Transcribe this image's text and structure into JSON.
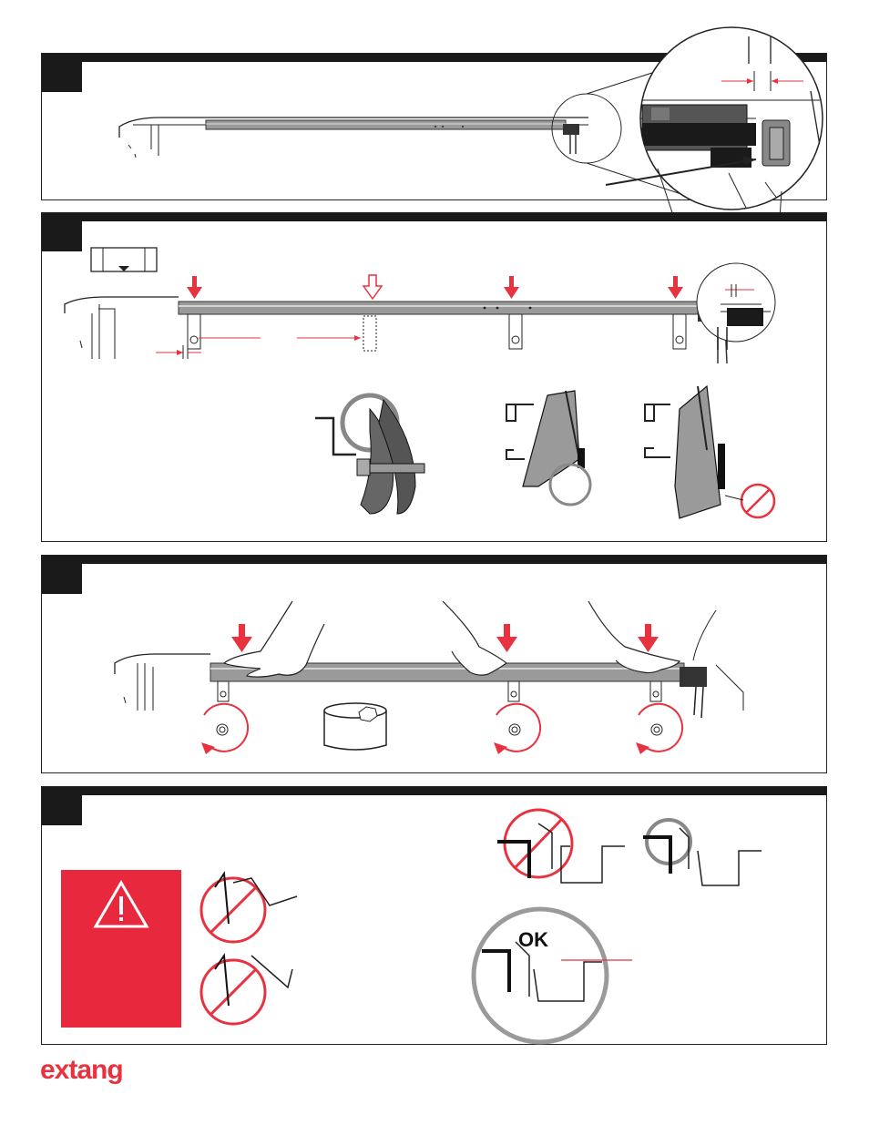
{
  "steps": [
    {
      "id": 1
    },
    {
      "id": 2
    },
    {
      "id": 3
    },
    {
      "id": 4
    }
  ],
  "labels": {
    "ok": "OK",
    "brand": "extang"
  },
  "icons": {
    "arrow": "down-arrow-icon",
    "outline_arrow": "hollow-down-arrow-icon",
    "rotate": "rotate-clockwise-icon",
    "no": "prohibited-icon",
    "warning": "warning-triangle-icon",
    "socket": "socket-icon",
    "clamp": "clamp-icon",
    "rail": "side-rail-icon",
    "hand": "hand-icon",
    "button": "arrow-button-icon"
  },
  "colors": {
    "accent": "#e8323f",
    "ink": "#1a1a1a",
    "rail": "#9a9a9a",
    "ok_circle": "#9a9a9a",
    "warning_panel": "#e8283c"
  }
}
